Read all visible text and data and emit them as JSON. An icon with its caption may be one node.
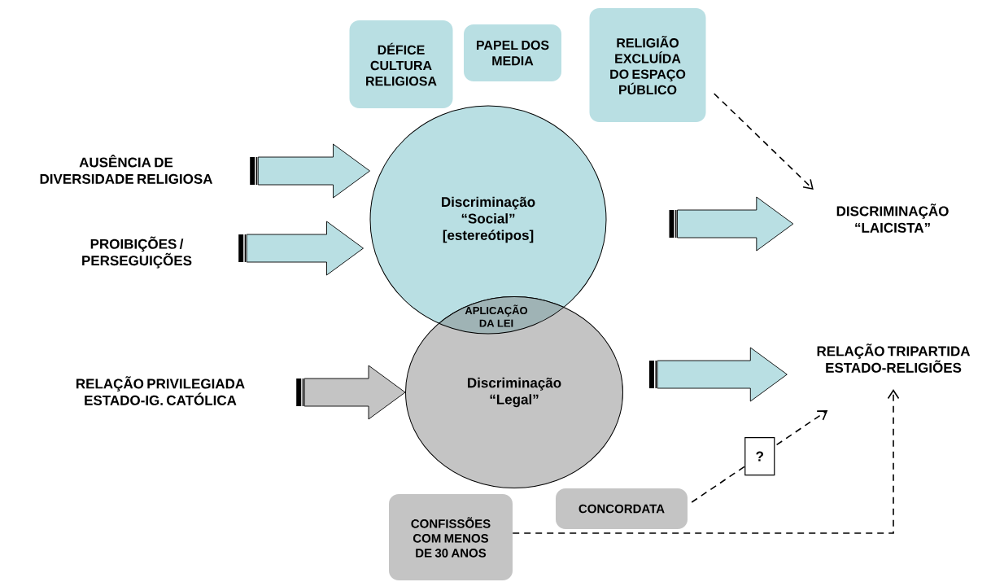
{
  "diagram": {
    "nodes": [
      {
        "text": [
          "DÉFICE CULTURA RELIGIOSA"
        ]
      },
      {
        "text": [
          "PAPEL DOS MEDIA"
        ]
      },
      {
        "text": [
          "RELIGIÃO EXCLUÍDA DO ESPAÇO PÚBLICO"
        ]
      },
      {
        "text": [
          "AUSÊNCIA DE DIVERSIDADE RELIGIOSA"
        ]
      },
      {
        "text": [
          "Discriminação “Social” [estereótipos]"
        ]
      },
      {
        "text": [
          "DISCRIMINAÇÃO “LAICISTA”"
        ]
      },
      {
        "text": [
          "PROIBIÇÕES / PERSEGUIÇÕES"
        ]
      },
      {
        "text": [
          "Discriminação “Legal”"
        ]
      },
      {
        "text": [
          "RELAÇÃO PRIVILEGIADA ESTADO-IG. CATÓLICA"
        ]
      },
      {
        "text": [
          "RELAÇÃO TRIPARTIDA ESTADO-RELIGIÕES"
        ]
      },
      {
        "text": [
          "CONFISSÕES COM MENOS DE 30 ANOS"
        ]
      },
      {
        "text": [
          "CONCORDATA"
        ]
      }
    ],
    "edges": [
      {
        "from": 3,
        "to": 4,
        "arrow": "to"
      },
      {
        "from": 6,
        "to": 4,
        "arrow": "to"
      },
      {
        "from": 8,
        "to": 7,
        "arrow": "to",
        "color": "#c4c4c4"
      },
      {
        "from": 4,
        "to": 5,
        "arrow": "to"
      },
      {
        "from": 7,
        "to": 9,
        "arrow": "to"
      },
      {
        "from": 2,
        "to": 5,
        "arrow": "to",
        "style": "dashed"
      },
      {
        "from": 11,
        "to": 9,
        "arrow": "to",
        "style": "dashed",
        "label": "?"
      },
      {
        "from": 10,
        "to": 9,
        "arrow": "to",
        "style": "dashed"
      }
    ],
    "labels": [
      "APLICAÇÃO DA LEI"
    ]
  }
}
